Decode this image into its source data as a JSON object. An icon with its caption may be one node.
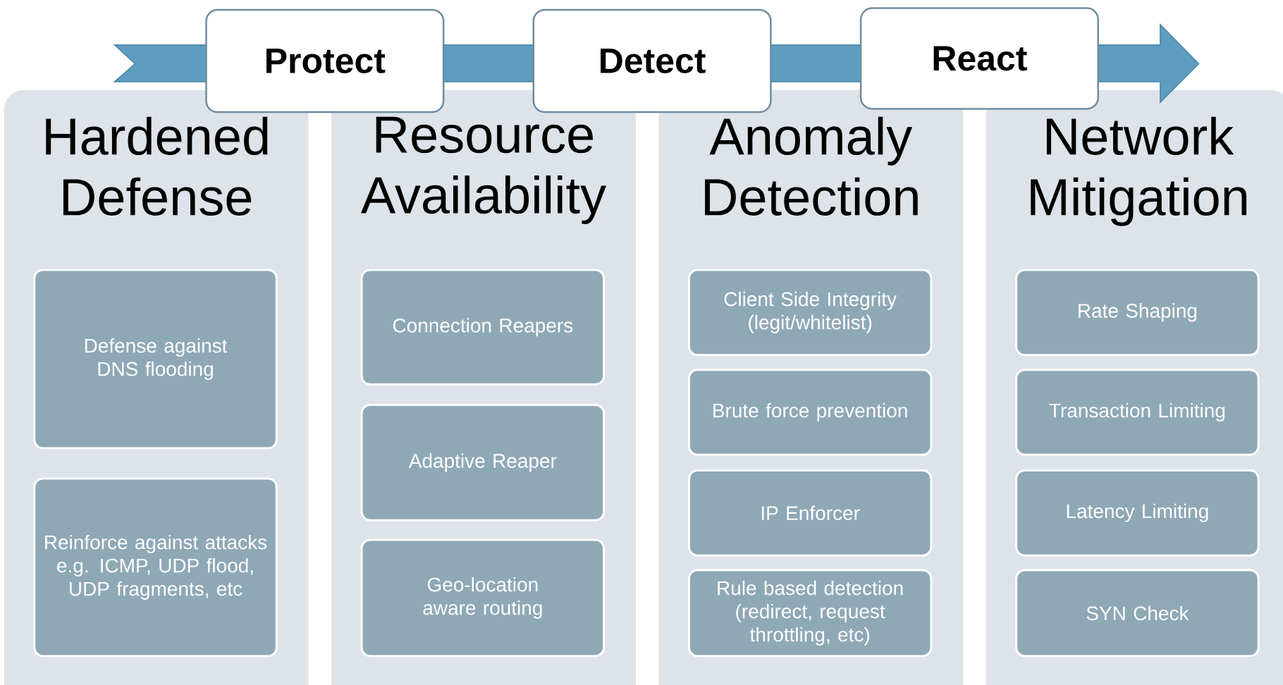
{
  "diagram": {
    "nodes": [
      {
        "text": [
          "Protect"
        ]
      },
      {
        "text": [
          "Detect"
        ]
      },
      {
        "text": [
          "React"
        ]
      },
      {
        "text": [
          "Hardened Defense"
        ]
      },
      {
        "text": [
          "Defense against DNS flooding"
        ],
        "in": 3
      },
      {
        "text": [
          "Reinforce against attacks e.g. ICMP, UDP flood, UDP fragments, etc"
        ],
        "in": 3
      },
      {
        "text": [
          "Resource Availability"
        ]
      },
      {
        "text": [
          "Connection Reapers"
        ],
        "in": 6
      },
      {
        "text": [
          "Adaptive Reaper"
        ],
        "in": 6
      },
      {
        "text": [
          "Geo-location aware routing"
        ],
        "in": 6
      },
      {
        "text": [
          "Anomaly Detection"
        ]
      },
      {
        "text": [
          "Client Side Integrity (legit/whitelist)"
        ],
        "in": 10
      },
      {
        "text": [
          "Brute force prevention"
        ],
        "in": 10
      },
      {
        "text": [
          "IP Enforcer"
        ],
        "in": 10
      },
      {
        "text": [
          "Rule based detection (redirect, request throttling, etc)"
        ],
        "in": 10
      },
      {
        "text": [
          "Network Mitigation"
        ]
      },
      {
        "text": [
          "Rate Shaping"
        ],
        "in": 15
      },
      {
        "text": [
          "Transaction Limiting"
        ],
        "in": 15
      },
      {
        "text": [
          "Latency Limiting"
        ],
        "in": 15
      },
      {
        "text": [
          "SYN Check"
        ],
        "in": 15
      }
    ]
  }
}
